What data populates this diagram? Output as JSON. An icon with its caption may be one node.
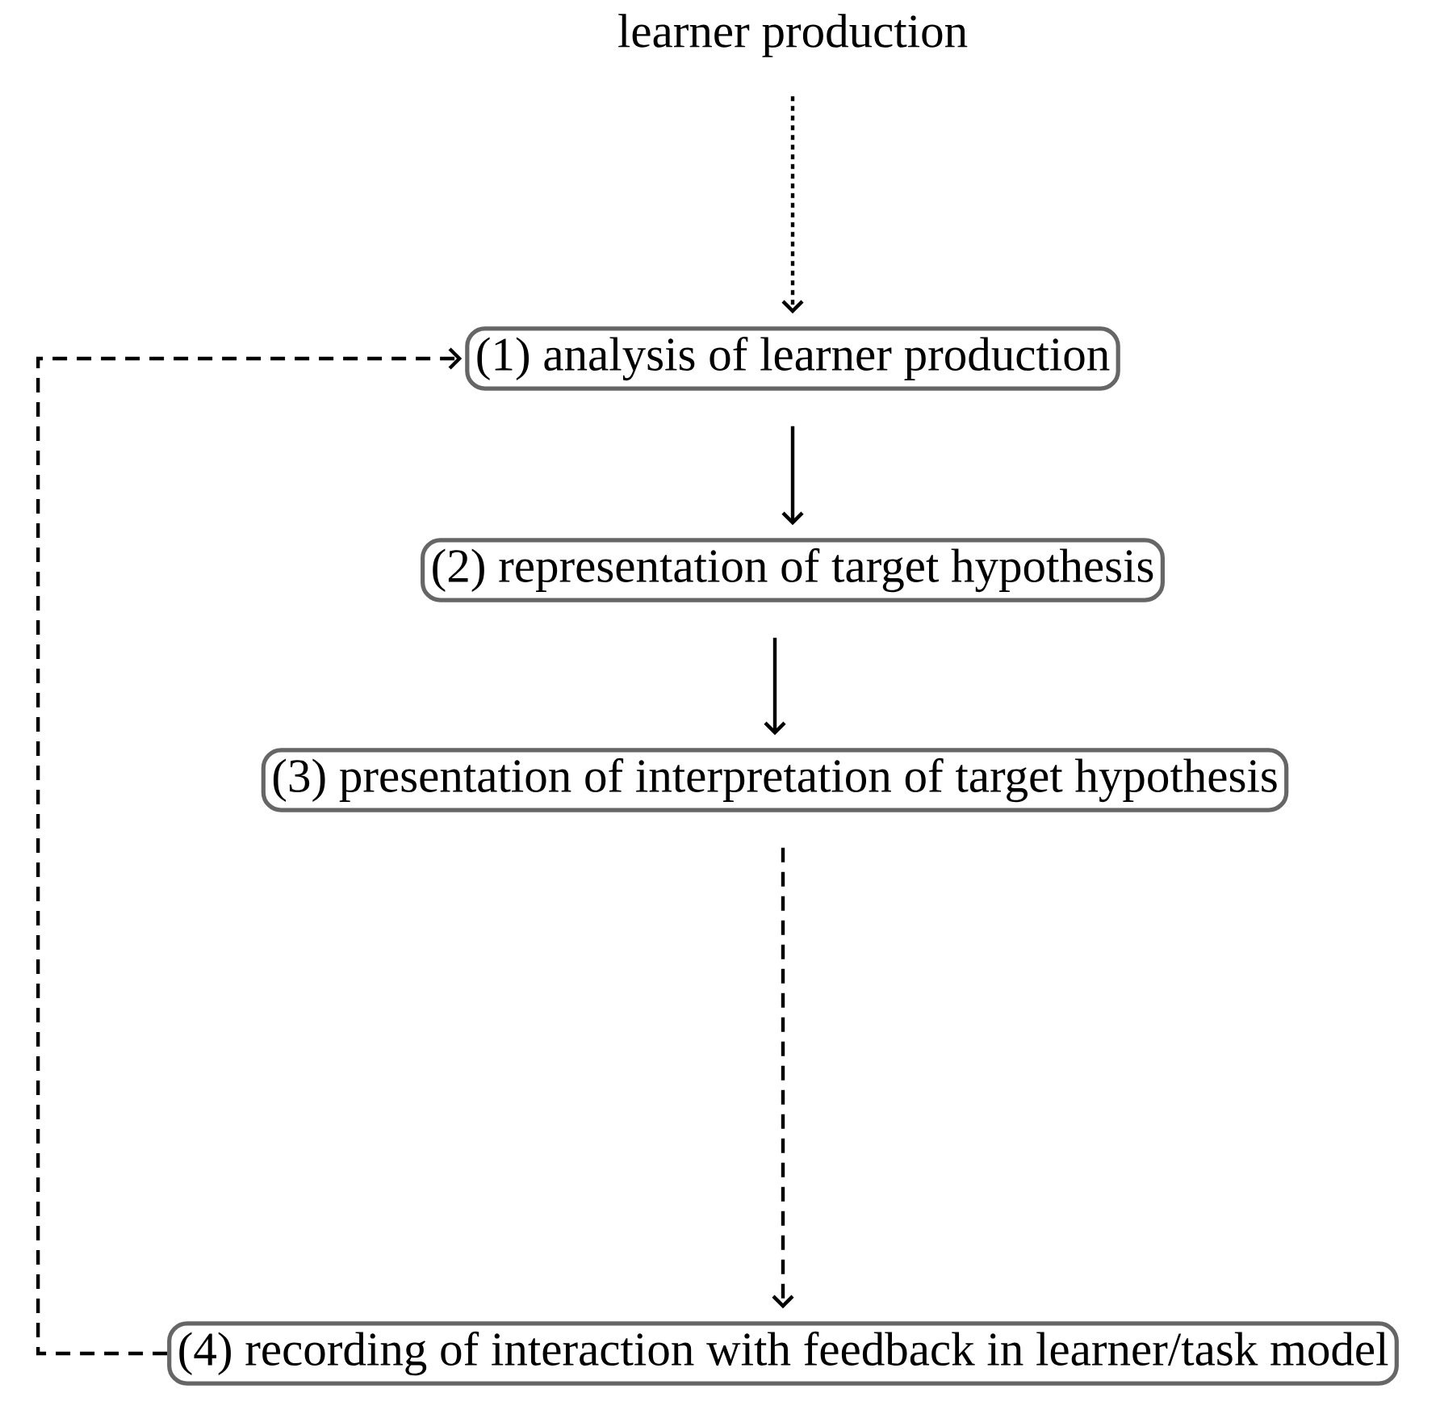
{
  "diagram": {
    "nodes": [
      {
        "text": [
          "learner production"
        ]
      },
      {
        "text": [
          "(1) analysis of learner production"
        ]
      },
      {
        "text": [
          "(2) representation of target hypothesis"
        ]
      },
      {
        "text": [
          "(3) presentation of interpretation of target hypothesis"
        ]
      },
      {
        "text": [
          "(4) recording of interaction with feedback in learner/task model"
        ]
      }
    ],
    "edges": [
      {
        "from": 0,
        "to": 1,
        "arrow": "to",
        "style": "dashed"
      },
      {
        "from": 1,
        "to": 2,
        "arrow": "to"
      },
      {
        "from": 2,
        "to": 3,
        "arrow": "to"
      },
      {
        "from": 3,
        "to": 4,
        "arrow": "to",
        "style": "dashed"
      },
      {
        "from": 4,
        "to": 1,
        "arrow": "to",
        "style": "dashed"
      }
    ]
  }
}
